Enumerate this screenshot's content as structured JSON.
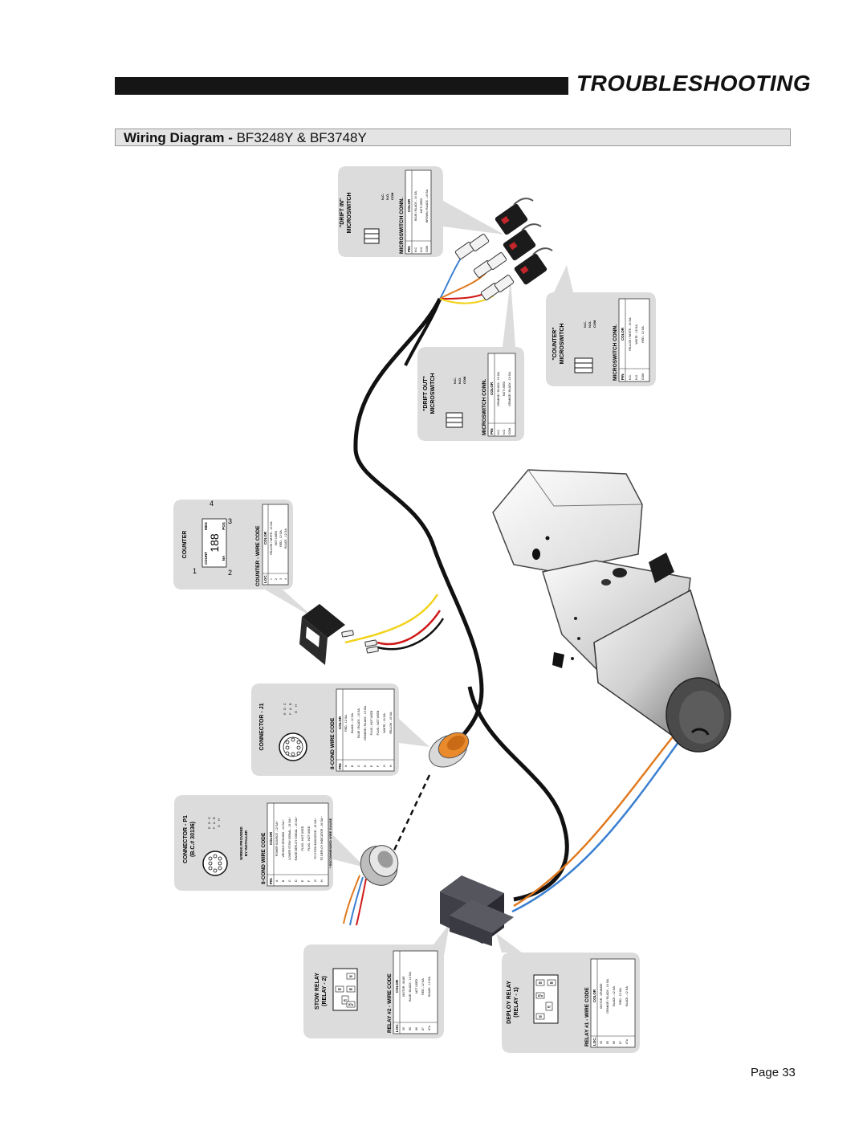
{
  "header": {
    "title": "TROUBLESHOOTING"
  },
  "subtitle": {
    "bold": "Wiring Diagram - ",
    "rest": "BF3248Y & BF3748Y"
  },
  "drift_in": {
    "title1": "\"DRIFT IN\"",
    "title2": "MICROSWITCH",
    "pins": [
      "N.C.",
      "N.O.",
      "COM"
    ],
    "table_title": "MICROSWITCH CONN.",
    "headers": [
      "PIN",
      "COLOR"
    ],
    "rows": [
      [
        "N.C.",
        "BLUE / BLACK - 16 GA."
      ],
      [
        "N.O.",
        "NOT USED"
      ],
      [
        "COM",
        "BROWN / BLACK - 16 GA."
      ]
    ]
  },
  "drift_out": {
    "title1": "\"DRIFT OUT\"",
    "title2": "MICROSWITCH",
    "pins": [
      "N.C.",
      "N.O.",
      "COM"
    ],
    "table_title": "MICROSWITCH CONN.",
    "headers": [
      "PIN",
      "COLOR"
    ],
    "rows": [
      [
        "N.C.",
        "ORANGE / BLACK - 16 GA."
      ],
      [
        "N.O.",
        "NOT USED"
      ],
      [
        "COM",
        "ORANGE / BLACK - 16 GA."
      ]
    ]
  },
  "counter_switch": {
    "title1": "\"COUNTER\"",
    "title2": "MICROSWITCH",
    "pins": [
      "N.C.",
      "N.O.",
      "COM"
    ],
    "table_title": "MICROSWITCH CONN.",
    "headers": [
      "PIN",
      "COLOR"
    ],
    "rows": [
      [
        "N.C.",
        "YELLOW / WHITE - 16 GA."
      ],
      [
        "N.O.",
        "WHITE - 16 GA."
      ],
      [
        "COM",
        "RED - 12 GA."
      ]
    ]
  },
  "counter": {
    "title": "COUNTER",
    "count": "COUNT",
    "neg": "NEG",
    "na": "NA",
    "pos": "POS",
    "terminals": [
      "1",
      "2",
      "3",
      "4"
    ],
    "table_title": "COUNTER - WIRE CODE",
    "headers": [
      "LOC.",
      "COLOR"
    ],
    "rows": [
      [
        "1",
        "YELLOW / WHITE - 16 GA."
      ],
      [
        "2",
        "NOT USED"
      ],
      [
        "3",
        "RED - 12 GA."
      ],
      [
        "4",
        "BLACK - 12 GA."
      ]
    ]
  },
  "connector_j1": {
    "title": "CONNECTOR - J1",
    "letters": [
      "E",
      "D",
      "C",
      "F",
      "A",
      "B",
      "G",
      "H"
    ],
    "table_title": "8-COND WIRE CODE",
    "headers": [
      "PIN",
      "COLOR"
    ],
    "rows": [
      [
        "A",
        "RED - 12 GA."
      ],
      [
        "B",
        "BLACK - 12 GA."
      ],
      [
        "C",
        "BLUE / BLACK - 16 GA."
      ],
      [
        "D",
        "ORANGE / BLACK - 16 GA."
      ],
      [
        "E",
        "PLUG - NOT USED"
      ],
      [
        "F",
        "PLUG - NOT USED"
      ],
      [
        "G",
        "WHITE - 16 GA."
      ],
      [
        "H",
        "YELLOW - 16 GA."
      ]
    ]
  },
  "connector_p1": {
    "title1": "CONNECTOR - P1",
    "title2": "(B.C.# 30136)",
    "note1": "WIRING PROVIDED",
    "note2": "BY INSTALLER",
    "letters": [
      "E",
      "D",
      "C",
      "F",
      "A",
      "B",
      "G",
      "H"
    ],
    "table_title": "8-COND WIRE CODE",
    "headers": [
      "PIN",
      "COLOR"
    ],
    "rows": [
      [
        "A",
        "POWER SOURCE - 12 GA.*"
      ],
      [
        "B",
        "VEHICLE GROUND - 12 GA.*"
      ],
      [
        "C",
        "LOWER STOW SIGNAL - 16 GA.*"
      ],
      [
        "D",
        "RAISE DEPLOY SIGNAL - 16 GA.*"
      ],
      [
        "E",
        "PLUG - NOT USED"
      ],
      [
        "F",
        "PLUG - NOT USED"
      ],
      [
        "G",
        "TO STOW INDICATOR - 16 GA.*"
      ],
      [
        "H",
        "TO DEPLOY INDICATOR - 16 GA.*"
      ]
    ],
    "footnote": "* RECOMMENDED WIRE GAUGE"
  },
  "stow_relay": {
    "title1": "STOW RELAY",
    "title2": "(RELAY - 2)",
    "terminals": [
      "30",
      "85",
      "86",
      "87",
      "87a"
    ],
    "table_title": "RELAY #2 - WIRE CODE",
    "headers": [
      "LOC.",
      "COLOR"
    ],
    "rows": [
      [
        "30",
        "MOTOR - BLUE"
      ],
      [
        "85",
        "BLUE / BLACK - 16 GA."
      ],
      [
        "86",
        "NOT USED"
      ],
      [
        "87",
        "RED - 12 GA."
      ],
      [
        "87a",
        "BLACK - 12 GA."
      ]
    ]
  },
  "deploy_relay": {
    "title1": "DEPLOY RELAY",
    "title2": "(RELAY - 1)",
    "terminals": [
      "30",
      "85",
      "86",
      "87",
      "87a"
    ],
    "table_title": "RELAY #1 - WIRE CODE",
    "headers": [
      "LOC.",
      "COLOR"
    ],
    "rows": [
      [
        "30",
        "MOTOR - ORANGE"
      ],
      [
        "85",
        "ORANGE / BLACK - 16 GA."
      ],
      [
        "86",
        "BLACK - 12 GA."
      ],
      [
        "87",
        "RED - 12 GA."
      ],
      [
        "87a",
        "BLACK - 12 GA."
      ]
    ]
  },
  "footer": {
    "page": "Page 33"
  },
  "colors": {
    "callout": "#dcdcdc",
    "harness": "#111111",
    "blue_wire": "#3a7fd0",
    "orange_wire": "#e07a20",
    "red_wire": "#d01818",
    "yellow_wire": "#f2d21a"
  }
}
